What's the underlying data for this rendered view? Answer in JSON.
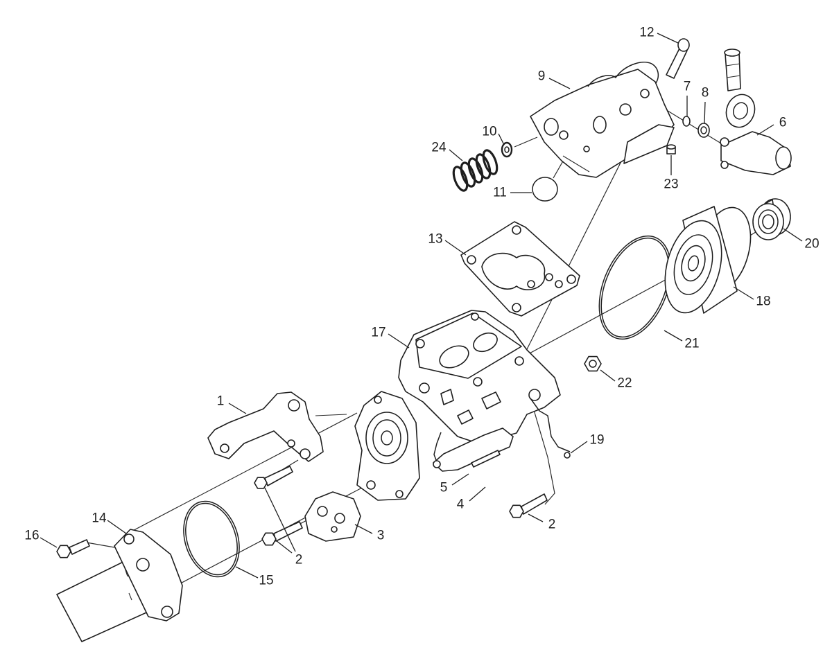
{
  "callouts": [
    {
      "label": "12"
    },
    {
      "label": "9"
    },
    {
      "label": "7"
    },
    {
      "label": "8"
    },
    {
      "label": "6"
    },
    {
      "label": "10"
    },
    {
      "label": "24"
    },
    {
      "label": "11"
    },
    {
      "label": "23"
    },
    {
      "label": "13"
    },
    {
      "label": "20"
    },
    {
      "label": "18"
    },
    {
      "label": "21"
    },
    {
      "label": "17"
    },
    {
      "label": "22"
    },
    {
      "label": "1"
    },
    {
      "label": "19"
    },
    {
      "label": "5"
    },
    {
      "label": "4"
    },
    {
      "label": "2"
    },
    {
      "label": "14"
    },
    {
      "label": "16"
    },
    {
      "label": "3"
    },
    {
      "label": "2"
    },
    {
      "label": "15"
    }
  ]
}
